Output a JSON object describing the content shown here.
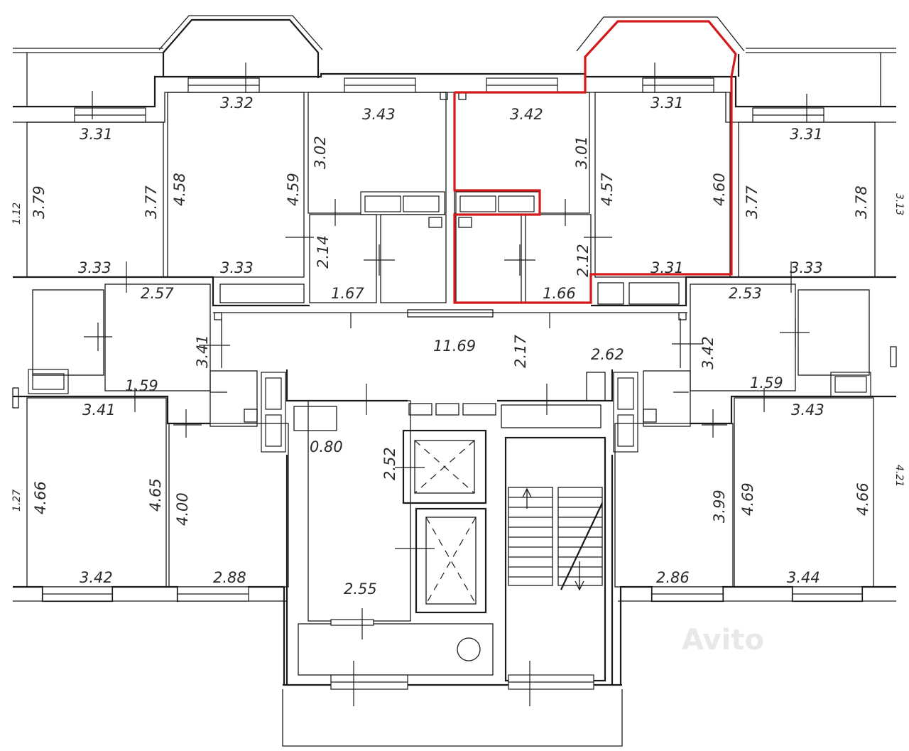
{
  "plan": {
    "highlight_color": "#d21a1a",
    "watermark": "Avito",
    "dimensions": {
      "row1_left_room_width": "3.31",
      "row1_left_room_height_left": "3.79",
      "row1_left_room_height_right": "3.77",
      "row1_left_room_bottom": "3.33",
      "row1_room2_width": "3.32",
      "row1_room2_height_left": "4.58",
      "row1_room2_height_right": "4.59",
      "row1_room2_bottom": "3.33",
      "row1_room3_width": "3.43",
      "row1_room3_height": "3.02",
      "row1_room4_width": "3.42",
      "row1_room4_height": "3.01",
      "row1_room5_width": "3.31",
      "row1_room5_height_left": "4.57",
      "row1_room5_height_right": "4.60",
      "row1_room5_bottom": "3.31",
      "row1_right_room_width": "3.31",
      "row1_right_room_height_left": "3.77",
      "row1_right_room_height_right": "3.78",
      "row1_right_room_bottom": "3.33",
      "bath_left_height": "2.14",
      "bath_left_width": "1.67",
      "bath_right_height": "2.12",
      "bath_right_width": "1.66",
      "hall_left_width": "2.57",
      "hall_left_height": "3.41",
      "hall_right_width": "2.53",
      "hall_right_height": "3.42",
      "corridor_length": "11.69",
      "corridor_width": "2.17",
      "corridor_right_width": "2.62",
      "small_left_width": "1.59",
      "small_right_width": "1.59",
      "row3_left_room_top": "3.41",
      "row3_left_room_height_left": "4.66",
      "row3_left_room_height_right": "4.65",
      "row3_left_room_bottom": "3.42",
      "row3_room2_height": "4.00",
      "row3_room2_bottom": "2.88",
      "row3_room_right2_height": "3.99",
      "row3_room_right2_bottom": "2.86",
      "row3_right_room_top": "3.43",
      "row3_right_room_height_left": "4.69",
      "row3_right_room_height_right": "4.66",
      "row3_right_room_bottom": "3.44",
      "lobby_offset": "0.80",
      "lift_depth": "2.52",
      "lobby_width": "2.55"
    },
    "edge_labels": {
      "left_top": "1.12",
      "left_bottom": "1.27",
      "right_top": "3.13",
      "right_bottom": "4.21"
    }
  }
}
